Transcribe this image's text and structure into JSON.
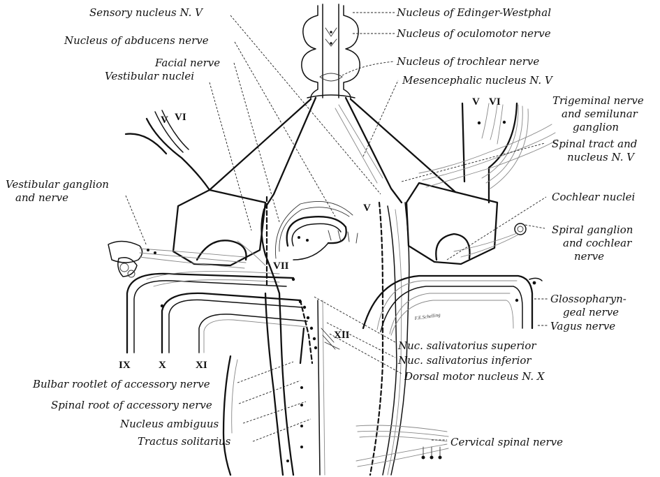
{
  "labels_left": {
    "sensory_nucleus_v": "Sensory nucleus N. V",
    "nucleus_abducens": "Nucleus of abducens nerve",
    "facial_nerve": "Facial nerve",
    "vestibular_nuclei": "Vestibular nuclei",
    "vestibular_ganglion_1": "Vestibular ganglion",
    "vestibular_ganglion_2": "and nerve",
    "bulbar_rootlet": "Bulbar rootlet of accessory nerve",
    "spinal_root": "Spinal root of accessory nerve",
    "nucleus_ambiguus": "Nucleus ambiguus",
    "tractus_solitarius": "Tractus solitarius"
  },
  "labels_right": {
    "edinger_westphal": "Nucleus of Edinger-Westphal",
    "oculomotor": "Nucleus of oculomotor nerve",
    "trochlear": "Nucleus of trochlear nerve",
    "mesencephalic": "Mesencephalic nucleus N. V",
    "trigeminal_1": "Trigeminal nerve",
    "trigeminal_2": "and semilunar",
    "trigeminal_3": "ganglion",
    "spinal_tract_1": "Spinal tract and",
    "spinal_tract_2": "nucleus N. V",
    "cochlear_nuclei": "Cochlear nuclei",
    "spiral_ganglion_1": "Spiral ganglion",
    "spiral_ganglion_2": "and cochlear",
    "spiral_ganglion_3": "nerve",
    "glossopharyngeal_1": "Glossopharyn-",
    "glossopharyngeal_2": "geal nerve",
    "vagus": "Vagus nerve",
    "sal_superior": "Nuc. salivatorius superior",
    "sal_inferior": "Nuc. salivatorius inferior",
    "dorsal_motor": "Dorsal motor nucleus N. X",
    "cervical": "Cervical spinal nerve"
  },
  "roman_numerals": {
    "v_upper_left": "V",
    "vi_upper_left": "VI",
    "v_upper_right": "V",
    "vi_upper_right": "VI",
    "v_mid": "V",
    "vii": "VII",
    "xii": "XII",
    "ix": "IX",
    "x": "X",
    "xi": "XI"
  },
  "signature": "F.E.Schelling"
}
